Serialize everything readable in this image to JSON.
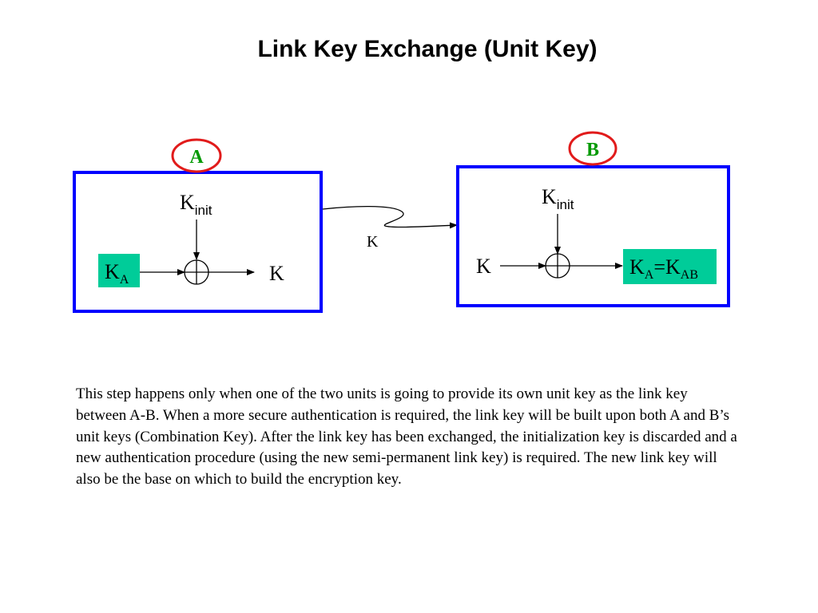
{
  "title": "Link Key Exchange (Unit Key)",
  "colors": {
    "box_border": "#0000ff",
    "circle_border": "#e11b1b",
    "label_green": "#009900",
    "key_fill": "#00cc99"
  },
  "device_a": {
    "label": "A",
    "kinit": {
      "main": "K",
      "sub": "init"
    },
    "key": {
      "main": "K",
      "sub": "A"
    },
    "output": "K"
  },
  "link": {
    "label": "K"
  },
  "device_b": {
    "label": "B",
    "kinit": {
      "main": "K",
      "sub": "init"
    },
    "input": "K",
    "result": {
      "k1": "K",
      "s1": "A",
      "eq": "=",
      "k2": "K",
      "s2": "AB"
    }
  },
  "description": "This step happens only when one of the two units is going to provide its own unit key as the link key between A-B. When a more secure authentication is required, the link key will be built upon both A and B’s unit keys (Combination Key). After the link key has been exchanged, the initialization key is discarded and a new authentication procedure (using the new semi-permanent link key) is required. The new link key will also be the base on which to build the encryption key."
}
